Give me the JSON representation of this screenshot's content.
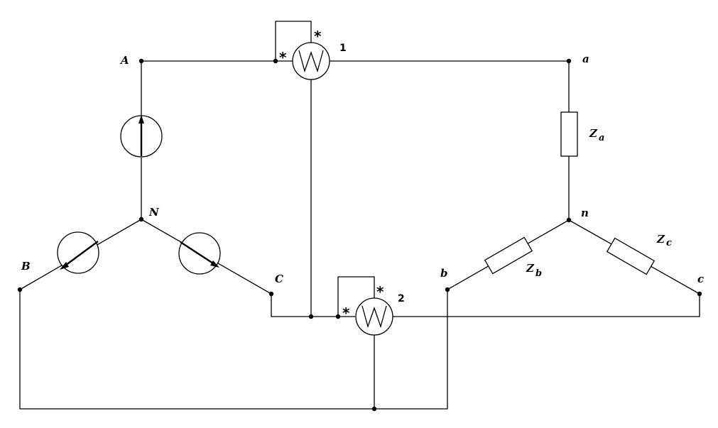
{
  "nodes": {
    "A": "A",
    "B": "B",
    "C": "C",
    "N": "N",
    "a": "a",
    "b": "b",
    "c": "c",
    "n": "n"
  },
  "impedances": {
    "Za": {
      "base": "Z",
      "sub": "a"
    },
    "Zb": {
      "base": "Z",
      "sub": "b"
    },
    "Zc": {
      "base": "Z",
      "sub": "c"
    }
  },
  "wattmeters": [
    {
      "symbol": "W",
      "number": "1",
      "star": "*"
    },
    {
      "symbol": "W",
      "number": "2",
      "star": "*"
    }
  ]
}
